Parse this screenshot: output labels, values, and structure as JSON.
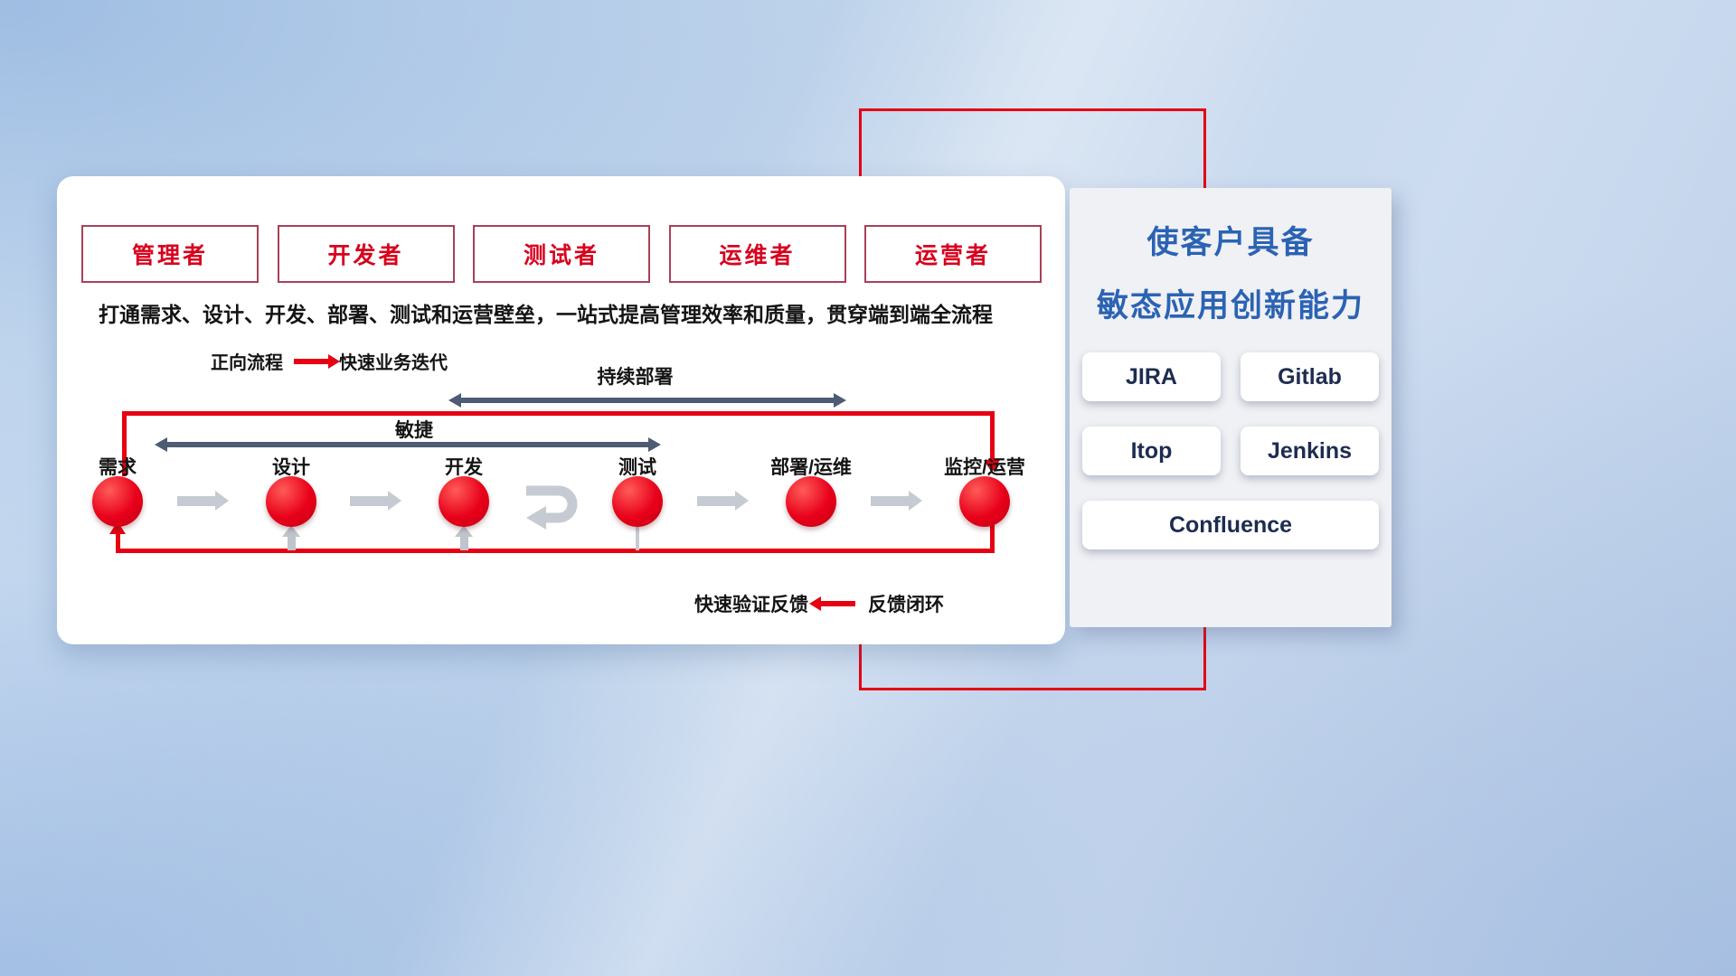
{
  "colors": {
    "accent_red": "#e60012",
    "title_blue": "#2b63b4",
    "dark_arrow": "#4e5b74",
    "gray_arrow": "#c6cbd3"
  },
  "roles": [
    {
      "label": "管理者"
    },
    {
      "label": "开发者"
    },
    {
      "label": "测试者"
    },
    {
      "label": "运维者"
    },
    {
      "label": "运营者"
    }
  ],
  "description": "打通需求、设计、开发、部署、测试和运营壁垒，一站式提高管理效率和质量，贯穿端到端全流程",
  "legend_forward": {
    "label": "正向流程",
    "value": "快速业务迭代"
  },
  "flow": {
    "cd_label": "持续部署",
    "agile_label": "敏捷",
    "stages": [
      {
        "label": "需求"
      },
      {
        "label": "设计"
      },
      {
        "label": "开发"
      },
      {
        "label": "测试"
      },
      {
        "label": "部署/运维"
      },
      {
        "label": "监控/运营"
      }
    ]
  },
  "legend_feedback": {
    "label": "快速验证反馈",
    "value": "反馈闭环"
  },
  "right_panel": {
    "title_line1": "使客户具备",
    "title_line2": "敏态应用创新能力",
    "tools": [
      {
        "label": "JIRA"
      },
      {
        "label": "Gitlab"
      },
      {
        "label": "Itop"
      },
      {
        "label": "Jenkins"
      },
      {
        "label": "Confluence"
      }
    ]
  }
}
